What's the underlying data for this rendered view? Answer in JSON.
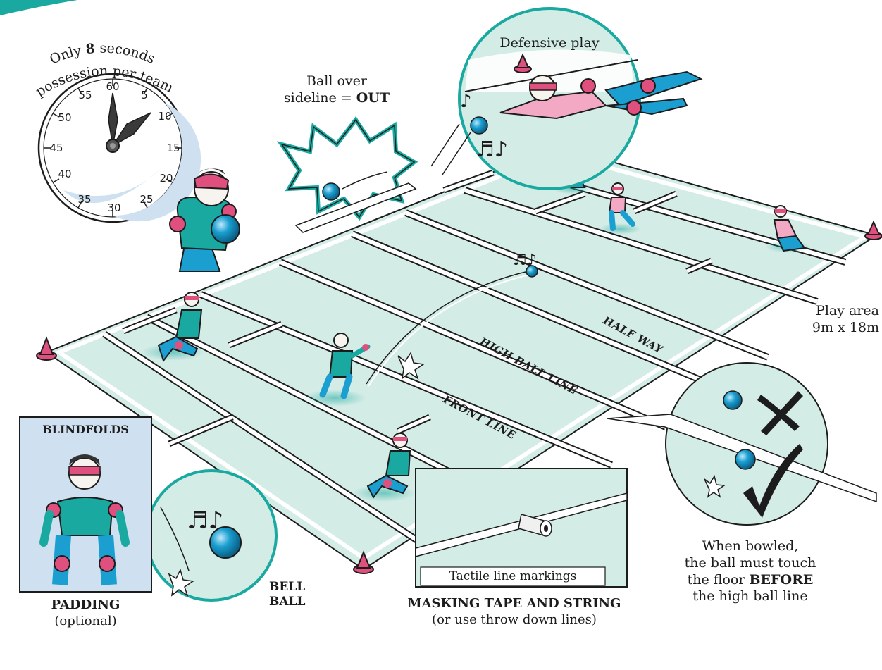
{
  "timer": {
    "arc_line1_a": "Only ",
    "arc_line1_b": "8",
    "arc_line1_c": " seconds",
    "arc_line2": "possession per team",
    "numbers": [
      "60",
      "5",
      "10",
      "15",
      "20",
      "25",
      "30",
      "35",
      "40",
      "45",
      "50",
      "55"
    ]
  },
  "labels": {
    "ball_over_1": "Ball over",
    "ball_over_2": "sideline = ",
    "ball_over_out": "OUT",
    "defensive_play": "Defensive play",
    "half_way": "HALF WAY",
    "high_ball_line": "HIGH BALL LINE",
    "front_line": "FRONT LINE",
    "play_area_1": "Play area",
    "play_area_2": "9m x 18m",
    "blindfolds": "BLINDFOLDS",
    "padding": "PADDING",
    "optional": "(optional)",
    "bell": "BELL",
    "ball": "BALL",
    "tactile": "Tactile line markings",
    "masking": "MASKING TAPE AND STRING",
    "throw_down": "(or use throw down lines)",
    "bowled_1": "When bowled,",
    "bowled_2": "the ball must touch",
    "bowled_3a": "the floor ",
    "bowled_3b": "BEFORE",
    "bowled_4": "the high ball line"
  },
  "colors": {
    "court": "#d4ece6",
    "teal": "#1aa9a0",
    "pink": "#e0507f",
    "sky": "#cfe1f0",
    "ball": "#1a9fd0",
    "outline": "#1c1c1c"
  }
}
